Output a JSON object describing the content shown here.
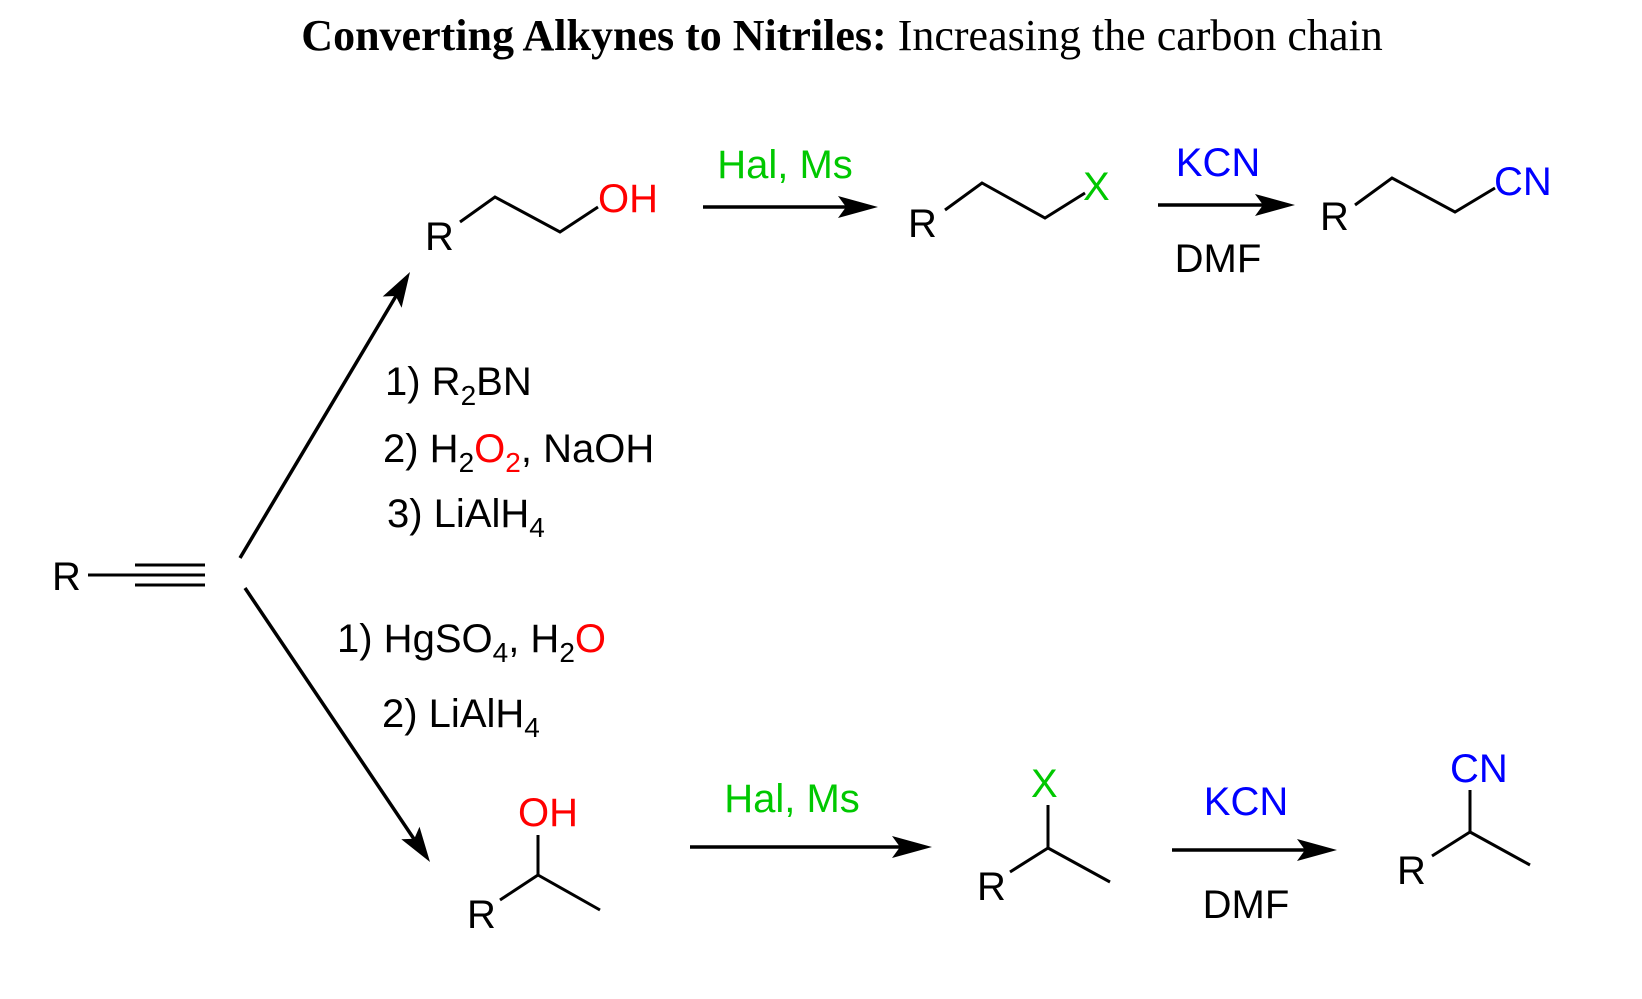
{
  "colors": {
    "reagent_green": "#00c800",
    "nitrile_blue": "#0000ff",
    "oxygen_red": "#ff0000",
    "black": "#000000"
  },
  "title": {
    "bold": "Converting Alkynes to Nitriles:",
    "normal": " Increasing the carbon chain"
  },
  "start": {
    "r": "R"
  },
  "top_conditions": {
    "step1": {
      "a": "1) R",
      "sub": "2",
      "b": "BN"
    },
    "step2": {
      "a": "2) H",
      "sub1": "2",
      "o": "O",
      "sub2": "2",
      "b": ", NaOH"
    },
    "step3": {
      "a": "3) LiAlH",
      "sub": "4"
    }
  },
  "bottom_conditions": {
    "step1": {
      "a": "1) HgSO",
      "sub1": "4",
      "b": ", H",
      "sub2": "2",
      "o": "O"
    },
    "step2": {
      "a": "2) LiAlH",
      "sub": "4"
    }
  },
  "top_row": {
    "alcohol": {
      "r": "R",
      "oh": "OH"
    },
    "reagent1": "Hal, Ms",
    "halide": {
      "r": "R",
      "x": "X"
    },
    "reagent2": "KCN",
    "solvent2": "DMF",
    "nitrile": {
      "r": "R",
      "cn": "CN"
    }
  },
  "bottom_row": {
    "alcohol": {
      "r": "R",
      "oh": "OH"
    },
    "reagent1": "Hal, Ms",
    "halide": {
      "r": "R",
      "x": "X"
    },
    "reagent2": "KCN",
    "solvent2": "DMF",
    "nitrile": {
      "r": "R",
      "cn": "CN"
    }
  }
}
